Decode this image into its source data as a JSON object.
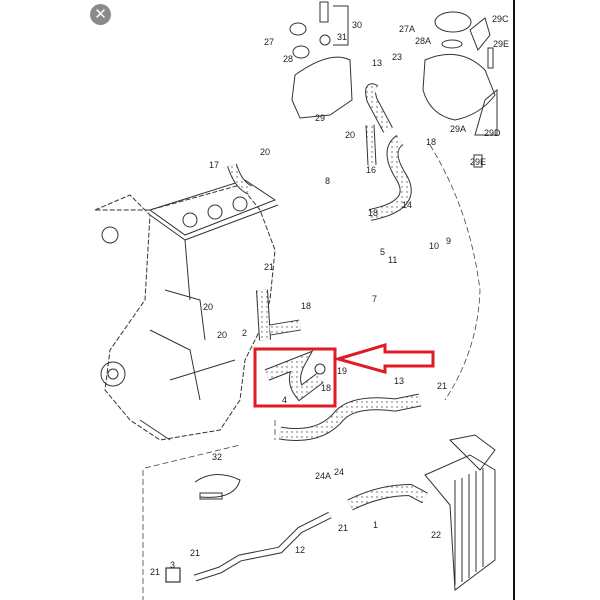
{
  "close_button": {
    "icon": "close-icon",
    "glyph": "✕"
  },
  "highlight": {
    "color": "#e01b24",
    "target_part": "4"
  },
  "labels": {
    "p30": "30",
    "p31": "31",
    "p27": "27",
    "p28": "28",
    "p29": "29",
    "p27A": "27A",
    "p29C": "29C",
    "p28A": "28A",
    "p29E_top": "29E",
    "p23": "23",
    "p13_top": "13",
    "p29A": "29A",
    "p29D": "29D",
    "p18_a": "18",
    "p29E_b": "29E",
    "p20_a": "20",
    "p16": "16",
    "p20_b": "20",
    "p17": "17",
    "p8": "8",
    "p18_b": "18",
    "p14": "14",
    "p5": "5",
    "p11": "11",
    "p10": "10",
    "p9": "9",
    "p21_a": "21",
    "p20_c": "20",
    "p18_c": "18",
    "p7": "7",
    "p2": "2",
    "p20_d": "20",
    "p19": "19",
    "p18_d": "18",
    "p4": "4",
    "p13": "13",
    "p21_b": "21",
    "p32": "32",
    "p24A": "24A",
    "p24": "24",
    "p1": "1",
    "p21_c": "21",
    "p22": "22",
    "p12": "12",
    "p21_d": "21",
    "p3": "3",
    "p21_e": "21"
  }
}
